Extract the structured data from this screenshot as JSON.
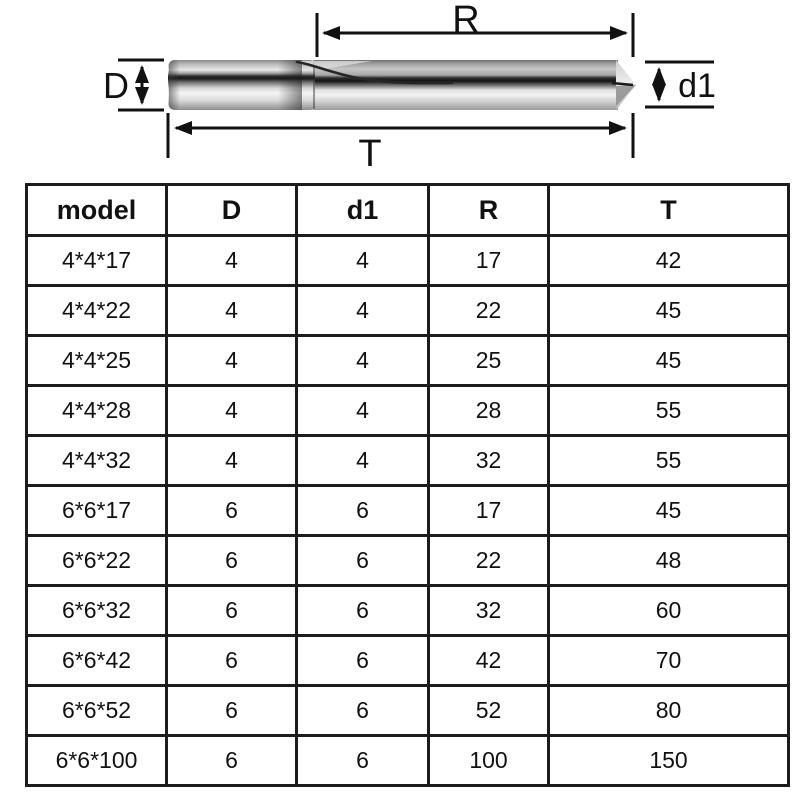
{
  "diagram": {
    "labels": {
      "R": "R",
      "D": "D",
      "d1": "d1",
      "T": "T"
    }
  },
  "table": {
    "columns": [
      "model",
      "D",
      "d1",
      "R",
      "T"
    ],
    "rows": [
      [
        "4*4*17",
        "4",
        "4",
        "17",
        "42"
      ],
      [
        "4*4*22",
        "4",
        "4",
        "22",
        "45"
      ],
      [
        "4*4*25",
        "4",
        "4",
        "25",
        "45"
      ],
      [
        "4*4*28",
        "4",
        "4",
        "28",
        "55"
      ],
      [
        "4*4*32",
        "4",
        "4",
        "32",
        "55"
      ],
      [
        "6*6*17",
        "6",
        "6",
        "17",
        "45"
      ],
      [
        "6*6*22",
        "6",
        "6",
        "22",
        "48"
      ],
      [
        "6*6*32",
        "6",
        "6",
        "32",
        "60"
      ],
      [
        "6*6*42",
        "6",
        "6",
        "42",
        "70"
      ],
      [
        "6*6*52",
        "6",
        "6",
        "52",
        "80"
      ],
      [
        "6*6*100",
        "6",
        "6",
        "100",
        "150"
      ]
    ]
  },
  "colors": {
    "table_border": "#1c1c1c",
    "text": "#111111",
    "dimension_lines": "#111111",
    "background": "#ffffff"
  }
}
